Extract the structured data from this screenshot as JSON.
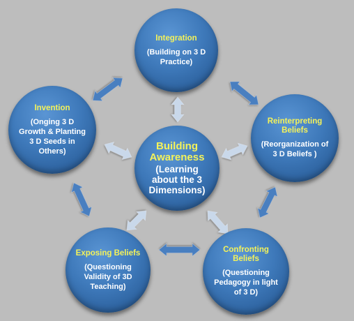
{
  "colors": {
    "background": "#bdbdbd",
    "circle": "#3e79ba",
    "title_text": "#f4f25a",
    "body_text": "#ffffff",
    "arrow_outer": "#4a7fc0",
    "arrow_center": "#c9d8ea"
  },
  "center": {
    "title": "Building Awareness",
    "subtitle": "(Learning about the 3 Dimensions)"
  },
  "nodes": {
    "integration": {
      "title": "Integration",
      "subtitle": "(Building on 3 D Practice)"
    },
    "reinterpreting": {
      "title": "Reinterpreting Beliefs",
      "subtitle": "(Reorganization of 3 D Beliefs )"
    },
    "confronting": {
      "title": "Confronting Beliefs",
      "subtitle": "(Questioning Pedagogy in light of 3 D)"
    },
    "exposing": {
      "title": "Exposing Beliefs",
      "subtitle": "(Questioning Validity of 3D Teaching)"
    },
    "invention": {
      "title": "Invention",
      "subtitle": "(Onging 3 D Growth & Planting 3 D Seeds in Others)"
    }
  }
}
